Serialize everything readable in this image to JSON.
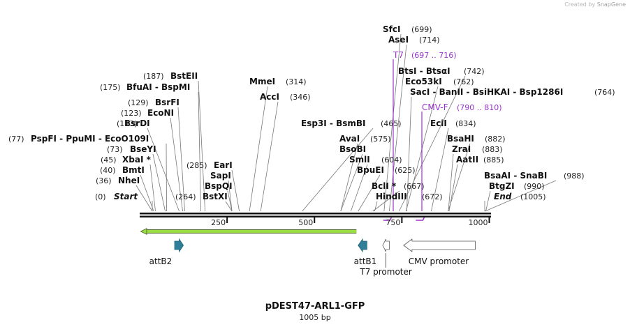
{
  "credit": "Created by",
  "credit_brand": "SnapGene",
  "title": "pDEST47-ARL1-GFP",
  "length_label": "1005 bp",
  "sequence_length": 1005,
  "ruler_ticks": [
    {
      "pos": 250,
      "label": "250"
    },
    {
      "pos": 500,
      "label": "500"
    },
    {
      "pos": 750,
      "label": "750"
    },
    {
      "pos": 1000,
      "label": "1000"
    }
  ],
  "sites": [
    {
      "name": "Start",
      "pos": 0,
      "label": "(0)",
      "italic": true
    },
    {
      "name": "NheI",
      "pos": 36,
      "label": "(36)"
    },
    {
      "name": "BmtI",
      "pos": 40,
      "label": "(40)"
    },
    {
      "name": "XbaI *",
      "pos": 45,
      "label": "(45)"
    },
    {
      "name": "BseYI",
      "pos": 73,
      "label": "(73)"
    },
    {
      "name": "PspFI  -  PpuMI  -  EcoO109I",
      "pos": 77,
      "label": "(77)"
    },
    {
      "name": "BsrDI",
      "pos": 113,
      "label": "(113)"
    },
    {
      "name": "EcoNI",
      "pos": 123,
      "label": "(123)"
    },
    {
      "name": "BsrFI",
      "pos": 129,
      "label": "(129)"
    },
    {
      "name": "BfuAI  -  BspMI",
      "pos": 175,
      "label": "(175)"
    },
    {
      "name": "BstEII",
      "pos": 187,
      "label": "(187)"
    },
    {
      "name": "BstXI",
      "pos": 264,
      "label": "(264)"
    },
    {
      "name": "BspQI",
      "pos": 264,
      "label": ""
    },
    {
      "name": "SapI",
      "pos": 264,
      "label": ""
    },
    {
      "name": "EarI",
      "pos": 285,
      "label": "(285)"
    },
    {
      "name": "MmeI",
      "pos": 314,
      "label": "(314)"
    },
    {
      "name": "AccI",
      "pos": 346,
      "label": "(346)"
    },
    {
      "name": "Esp3I  -  BsmBI",
      "pos": 465,
      "label": "(465)"
    },
    {
      "name": "AvaI",
      "pos": 575,
      "label": "(575)"
    },
    {
      "name": "BsoBI",
      "pos": 575,
      "label": ""
    },
    {
      "name": "SmlI",
      "pos": 604,
      "label": "(604)"
    },
    {
      "name": "BpuEI",
      "pos": 625,
      "label": "(625)"
    },
    {
      "name": "BclI *",
      "pos": 667,
      "label": "(667)"
    },
    {
      "name": "HindIII",
      "pos": 672,
      "label": "(672)"
    },
    {
      "name": "SfcI",
      "pos": 699,
      "label": "(699)"
    },
    {
      "name": "AseI",
      "pos": 714,
      "label": "(714)"
    },
    {
      "name": "BtsI  -  BtsαI",
      "pos": 742,
      "label": "(742)"
    },
    {
      "name": "Eco53kI",
      "pos": 762,
      "label": "(762)"
    },
    {
      "name": "SacI  -  BanII  -  BsiHKAI  -  Bsp1286I",
      "pos": 764,
      "label": "(764)"
    },
    {
      "name": "EciI",
      "pos": 834,
      "label": "(834)"
    },
    {
      "name": "BsaHI",
      "pos": 882,
      "label": "(882)"
    },
    {
      "name": "ZraI",
      "pos": 883,
      "label": "(883)"
    },
    {
      "name": "AatII",
      "pos": 885,
      "label": "(885)"
    },
    {
      "name": "BsaAI  -  SnaBI",
      "pos": 988,
      "label": "(988)"
    },
    {
      "name": "BtgZI",
      "pos": 990,
      "label": "(990)"
    },
    {
      "name": "End",
      "pos": 1005,
      "label": "(1005)",
      "italic": true
    }
  ],
  "primers": [
    {
      "name": "T7",
      "range": "(697 .. 716)",
      "start": 697,
      "end": 716,
      "color": "#9933cc"
    },
    {
      "name": "CMV-F",
      "range": "(790 .. 810)",
      "start": 790,
      "end": 810,
      "color": "#9933cc"
    }
  ],
  "orf": {
    "start": 1,
    "end": 620,
    "direction": "reverse",
    "color": "#99dd44"
  },
  "features": [
    {
      "name": "attB2",
      "start": 100,
      "end": 125,
      "direction": "forward",
      "color": "#2f7f98"
    },
    {
      "name": "attB1",
      "start": 625,
      "end": 650,
      "direction": "reverse",
      "color": "#2f7f98"
    },
    {
      "name": "T7 promoter",
      "start": 695,
      "end": 714,
      "direction": "reverse",
      "color": "#ffffff"
    },
    {
      "name": "CMV promoter",
      "start": 755,
      "end": 960,
      "direction": "reverse",
      "color": "#ffffff"
    }
  ],
  "colors": {
    "primer": "#9933cc",
    "backbone": "#111111",
    "orf": "#99dd44",
    "att": "#2f7f98"
  }
}
